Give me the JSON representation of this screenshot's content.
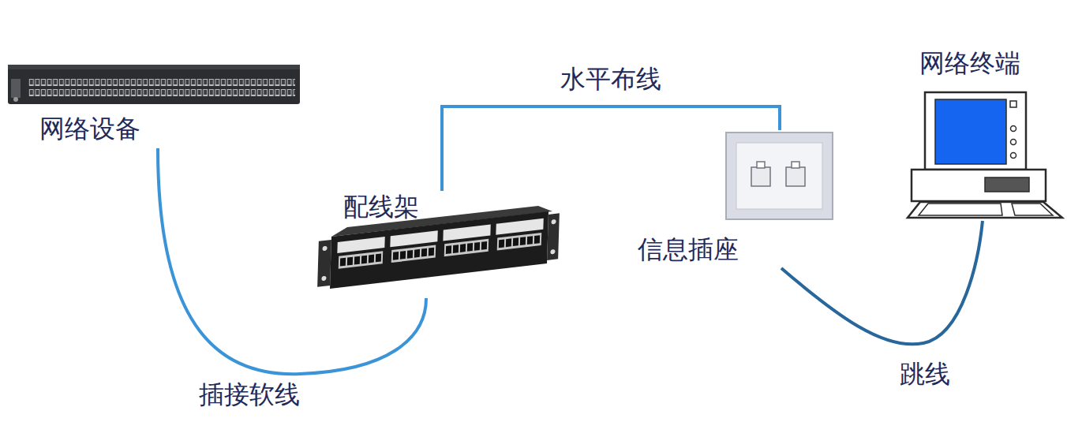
{
  "diagram": {
    "nodes": [
      {
        "text": [
          "网络设备"
        ]
      },
      {
        "text": [
          "配线架"
        ]
      },
      {
        "text": [
          "信息插座"
        ]
      },
      {
        "text": [
          "网络终端"
        ]
      }
    ],
    "edges": [
      {
        "from": 0,
        "to": 1,
        "arrow": "none",
        "label": "插接软线"
      },
      {
        "from": 1,
        "to": 2,
        "arrow": "none",
        "label": "水平布线"
      },
      {
        "from": 2,
        "to": 3,
        "arrow": "none",
        "label": "跳线"
      }
    ]
  }
}
